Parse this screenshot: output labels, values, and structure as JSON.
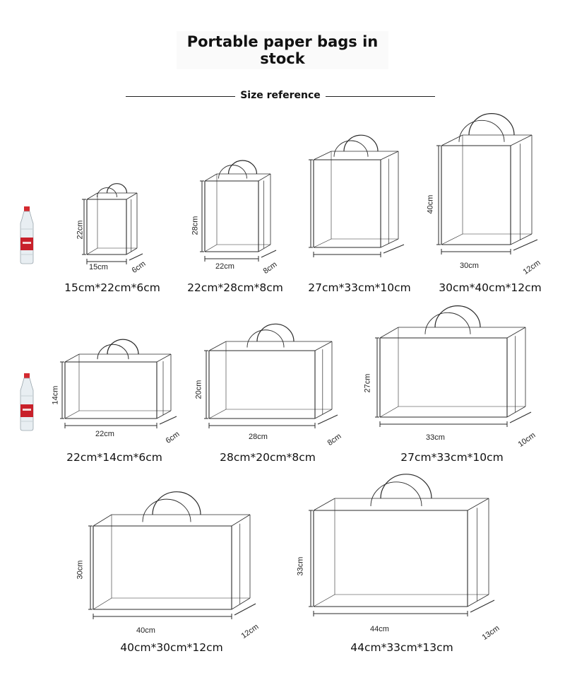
{
  "header": {
    "title": "Portable paper bags in stock",
    "subtitle": "Size reference"
  },
  "colors": {
    "line": "#2a2a2a",
    "bottle_label": "#c8202a",
    "bottle_cap": "#d42a30"
  },
  "bags": [
    {
      "width": "15cm",
      "height": "22cm",
      "depth": "6cm",
      "caption": "15cm*22cm*6cm"
    },
    {
      "width": "22cm",
      "height": "28cm",
      "depth": "8cm",
      "caption": "22cm*28cm*8cm"
    },
    {
      "width": "",
      "height": "",
      "depth": "",
      "caption": "27cm*33cm*10cm"
    },
    {
      "width": "30cm",
      "height": "40cm",
      "depth": "12cm",
      "caption": "30cm*40cm*12cm"
    },
    {
      "width": "22cm",
      "height": "14cm",
      "depth": "6cm",
      "caption": "22cm*14cm*6cm"
    },
    {
      "width": "28cm",
      "height": "20cm",
      "depth": "8cm",
      "caption": "28cm*20cm*8cm"
    },
    {
      "width": "33cm",
      "height": "27cm",
      "depth": "10cm",
      "caption": "27cm*33cm*10cm"
    },
    {
      "width": "40cm",
      "height": "30cm",
      "depth": "12cm",
      "caption": "40cm*30cm*12cm"
    },
    {
      "width": "44cm",
      "height": "33cm",
      "depth": "13cm",
      "caption": "44cm*33cm*13cm"
    }
  ],
  "icons": {
    "bottle": "water-bottle-icon",
    "bag": "paper-bag-icon"
  }
}
